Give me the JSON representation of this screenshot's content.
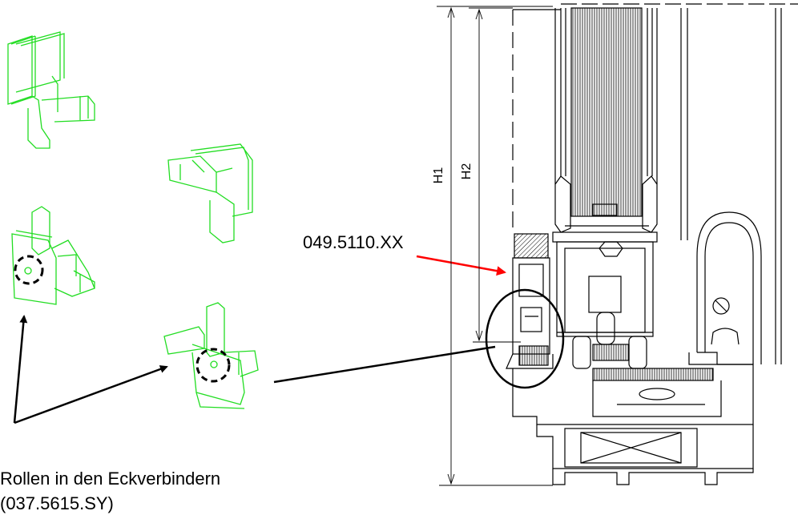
{
  "labels": {
    "part_number": "049.5110.XX",
    "caption_line1": "Rollen in den Eckverbindern",
    "caption_line2": "(037.5615.SY)",
    "h1": "H1",
    "h2": "H2"
  },
  "colors": {
    "connector_outline": "#22dd22",
    "line": "#000000",
    "pointer": "#ff0000",
    "background": "#ffffff"
  }
}
